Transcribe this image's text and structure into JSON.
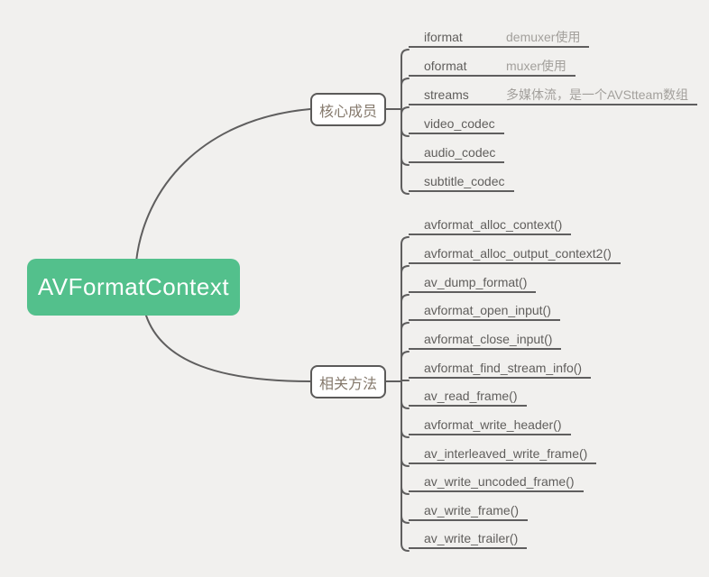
{
  "root": {
    "label": "AVFormatContext"
  },
  "branches": [
    {
      "label": "核心成员",
      "leaves": [
        {
          "label": "iformat",
          "note": "demuxer使用"
        },
        {
          "label": "oformat",
          "note": "muxer使用"
        },
        {
          "label": "streams",
          "note": "多媒体流，是一个AVStteam数组"
        },
        {
          "label": "video_codec",
          "note": ""
        },
        {
          "label": "audio_codec",
          "note": ""
        },
        {
          "label": "subtitle_codec",
          "note": ""
        }
      ]
    },
    {
      "label": "相关方法",
      "leaves": [
        {
          "label": "avformat_alloc_context()"
        },
        {
          "label": "avformat_alloc_output_context2()"
        },
        {
          "label": "av_dump_format()"
        },
        {
          "label": "avformat_open_input()"
        },
        {
          "label": "avformat_close_input()"
        },
        {
          "label": "avformat_find_stream_info()"
        },
        {
          "label": "av_read_frame()"
        },
        {
          "label": "avformat_write_header()"
        },
        {
          "label": "av_interleaved_write_frame()"
        },
        {
          "label": "av_write_uncoded_frame()"
        },
        {
          "label": "av_write_frame()"
        },
        {
          "label": "av_write_trailer()"
        }
      ]
    }
  ],
  "colors": {
    "bg": "#f1f0ee",
    "accent-green": "#53c08c",
    "line": "#5f5e5e",
    "label": "#605e5c",
    "note": "#a3a09c",
    "branch-text": "#85796c",
    "branch-border": "#5b5a59"
  }
}
